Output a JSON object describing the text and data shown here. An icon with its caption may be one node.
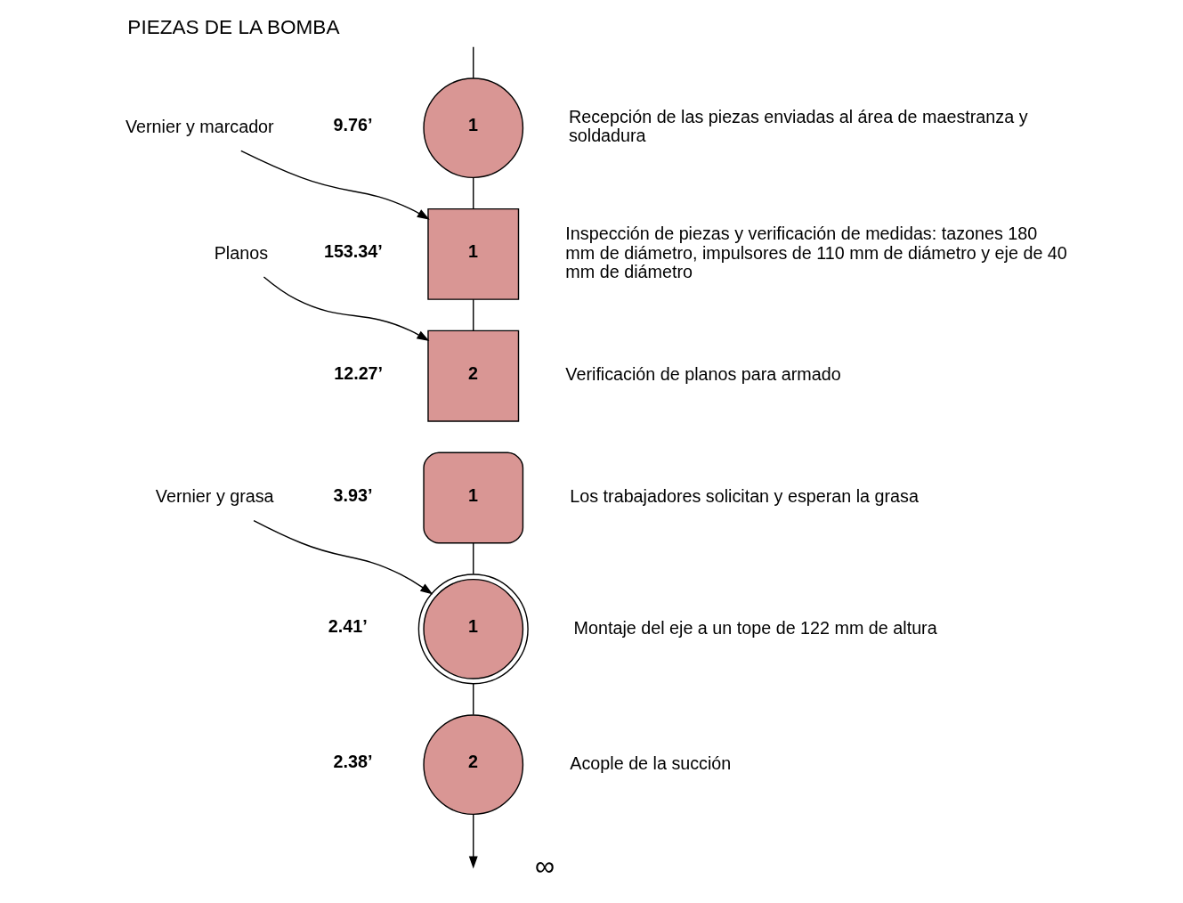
{
  "diagram": {
    "title": "PIEZAS DE LA BOMBA",
    "nodes": [
      {
        "text": [
          "1"
        ],
        "beside": [
          "9.76’",
          "Recepción de las piezas enviadas al área de maestranza y soldadura"
        ]
      },
      {
        "text": [
          "Vernier y marcador"
        ]
      },
      {
        "text": [
          "1"
        ],
        "beside": [
          "153.34’",
          "Inspección de piezas y verificación de medidas: tazones 180 mm de diámetro, impulsores de 110 mm de diámetro y eje de 40 mm de diámetro"
        ]
      },
      {
        "text": [
          "Planos"
        ]
      },
      {
        "text": [
          "2"
        ],
        "beside": [
          "12.27’",
          "Verificación de planos para armado"
        ]
      },
      {
        "text": [
          "1"
        ],
        "beside": [
          "3.93’",
          "Los trabajadores solicitan y esperan la grasa"
        ]
      },
      {
        "text": [
          "Vernier y grasa"
        ]
      },
      {
        "text": [
          "1"
        ],
        "beside": [
          "2.41’",
          "Montaje del eje a un tope de 122 mm de altura"
        ]
      },
      {
        "text": [
          "2"
        ],
        "beside": [
          "2.38’",
          "Acople de la succión"
        ]
      }
    ],
    "edges": [
      {
        "from": null,
        "to": 0,
        "arrow": "none"
      },
      {
        "from": 0,
        "to": 2,
        "arrow": "none"
      },
      {
        "from": 1,
        "to": 2,
        "arrow": "to"
      },
      {
        "from": 2,
        "to": 4,
        "arrow": "none"
      },
      {
        "from": 3,
        "to": 4,
        "arrow": "to"
      },
      {
        "from": 5,
        "to": 7,
        "arrow": "none"
      },
      {
        "from": 6,
        "to": 7,
        "arrow": "to"
      },
      {
        "from": 7,
        "to": 8,
        "arrow": "none"
      },
      {
        "from": 8,
        "to": null,
        "arrow": "to"
      }
    ],
    "labels": [
      "∞"
    ]
  }
}
